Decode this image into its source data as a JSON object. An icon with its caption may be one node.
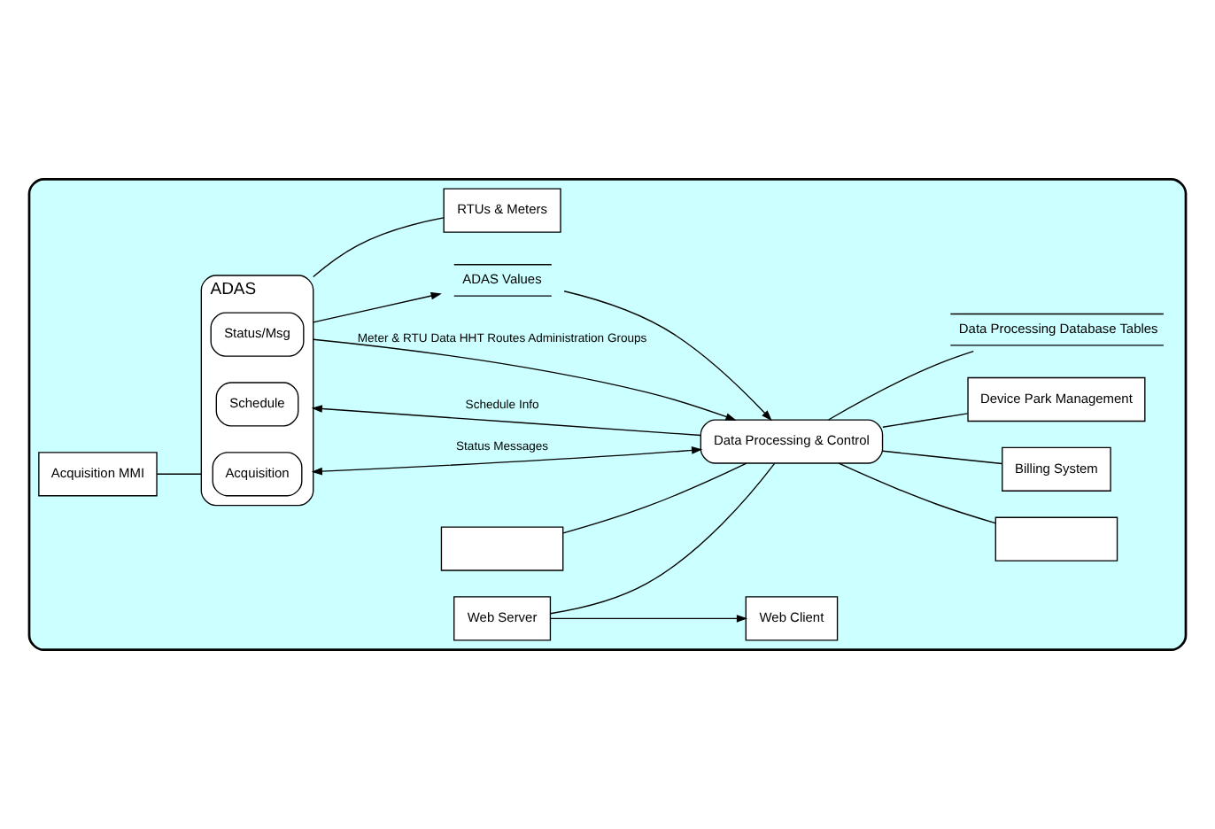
{
  "diagram": {
    "nodes": [
      {
        "text": [],
        "shape": "box"
      },
      {
        "text": [
          "Acquisition MMI"
        ],
        "in": 0
      },
      {
        "text": [],
        "shape": "box",
        "in": 0
      },
      {
        "text": [
          "Web Server"
        ],
        "in": 0
      },
      {
        "text": [
          "Web Client"
        ],
        "in": 0
      },
      {
        "text": [
          "ADAS"
        ],
        "in": 0
      },
      {
        "text": [
          "Acquisition"
        ],
        "in": 5
      },
      {
        "text": [
          "Schedule"
        ],
        "in": 5
      },
      {
        "text": [
          "Status/Msg"
        ],
        "in": 5
      },
      {
        "text": [],
        "shape": "box",
        "in": 0
      },
      {
        "text": [
          "Billing System"
        ],
        "in": 0
      },
      {
        "text": [
          "Data Processing & Control"
        ],
        "in": 0
      },
      {
        "text": [
          "Device Park Management"
        ],
        "in": 0
      },
      {
        "text": [
          "ADAS Values"
        ],
        "in": 0
      },
      {
        "text": [
          "RTUs & Meters"
        ],
        "in": 0
      },
      {
        "text": [
          "Data Processing Database Tables"
        ],
        "in": 0
      }
    ],
    "edges": [
      {
        "from": 1,
        "to": 5,
        "arrow": "none"
      },
      {
        "from": 11,
        "to": 5,
        "arrow": "both",
        "label": "Status Messages"
      },
      {
        "from": 11,
        "to": 5,
        "arrow": "to",
        "label": "Schedule Info"
      },
      {
        "from": 5,
        "to": 11,
        "arrow": "to",
        "label": "Meter & RTU Data HHT Routes Administration Groups"
      },
      {
        "from": 5,
        "to": 13,
        "arrow": "to"
      },
      {
        "from": 13,
        "to": 11,
        "arrow": "to"
      },
      {
        "from": 5,
        "to": 14,
        "arrow": "none"
      },
      {
        "from": 2,
        "to": 11,
        "arrow": "none"
      },
      {
        "from": 3,
        "to": 11,
        "arrow": "none"
      },
      {
        "from": 3,
        "to": 4,
        "arrow": "to"
      },
      {
        "from": 9,
        "to": 11,
        "arrow": "none"
      },
      {
        "from": 10,
        "to": 11,
        "arrow": "none"
      },
      {
        "from": 11,
        "to": 12,
        "arrow": "none"
      },
      {
        "from": 11,
        "to": 15,
        "arrow": "none"
      }
    ]
  }
}
